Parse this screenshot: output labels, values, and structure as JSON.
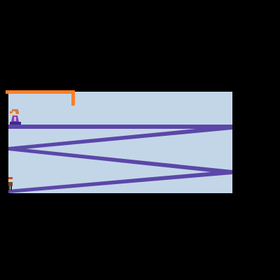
{
  "game": {
    "background_color": "#000000",
    "field_color": "#c3d6e8",
    "ramp_color": "#5b47a8",
    "rail_color": "#ff7f24",
    "ramps": [
      {
        "name": "top-ramp"
      },
      {
        "name": "upper-diagonal-ramp"
      },
      {
        "name": "middle-diagonal-ramp"
      },
      {
        "name": "lower-diagonal-ramp"
      }
    ],
    "characters": [
      {
        "name": "player-character",
        "icon": "purple-robed-figure-icon",
        "color": "#8a3fb0",
        "accent": "#e07a3a"
      },
      {
        "name": "enemy-character",
        "icon": "small-brown-figure-icon",
        "color": "#c44a2a",
        "accent": "#6b4a2a"
      }
    ]
  }
}
